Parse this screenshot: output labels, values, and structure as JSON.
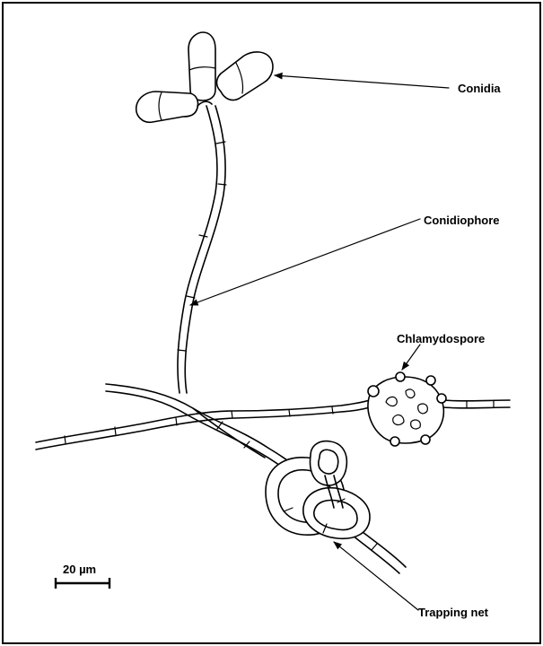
{
  "labels": {
    "conidia": "Conidia",
    "conidiophore": "Conidiophore",
    "chlamydospore": "Chlamydospore",
    "trapping_net": "Trapping net"
  },
  "scale_bar": {
    "label": "20 µm"
  },
  "colors": {
    "ink": "#000000",
    "background": "#ffffff"
  }
}
